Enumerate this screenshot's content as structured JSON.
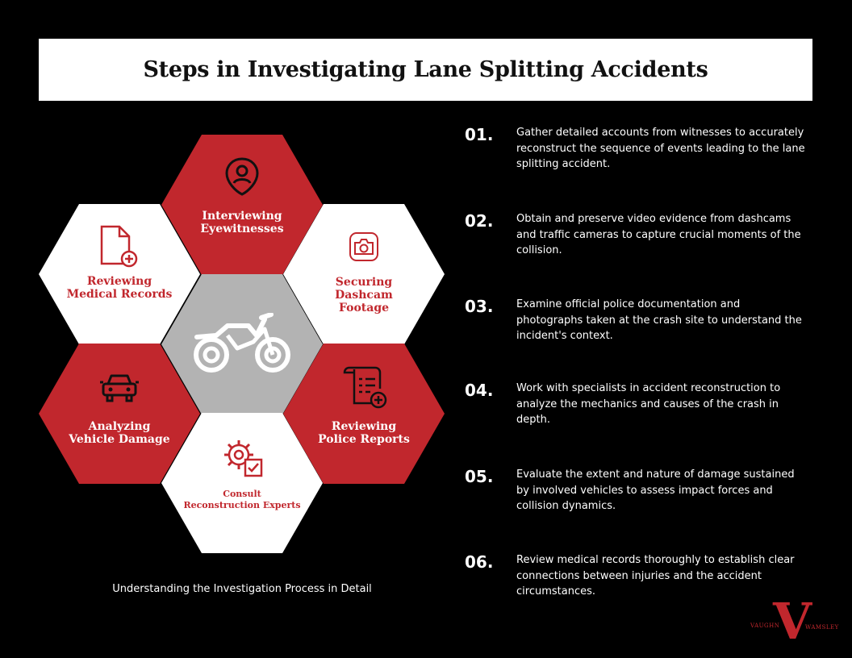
{
  "title": "Steps in Investigating Lane Splitting Accidents",
  "colors": {
    "accent": "#c1272d",
    "center": "#b3b3b3",
    "background": "#000000"
  },
  "hexagons": {
    "eyewitnesses": {
      "label": "Interviewing\nEyewitnesses",
      "icon": "person-pin-icon"
    },
    "medical": {
      "label": "Reviewing\nMedical Records",
      "icon": "document-plus-icon"
    },
    "dashcam": {
      "label": "Securing\nDashcam\nFootage",
      "icon": "camera-icon"
    },
    "center": {
      "icon": "motorcycle-icon"
    },
    "vehicle": {
      "label": "Analyzing\nVehicle Damage",
      "icon": "car-icon"
    },
    "police": {
      "label": "Reviewing\nPolice Reports",
      "icon": "scroll-report-icon"
    },
    "experts": {
      "label": "Consult\nReconstruction Experts",
      "icon": "gear-checklist-icon"
    }
  },
  "caption": "Understanding the Investigation Process in Detail",
  "steps": [
    {
      "num": "01.",
      "text": "Gather detailed accounts from witnesses to accurately reconstruct the sequence of events leading to the lane splitting accident."
    },
    {
      "num": "02.",
      "text": "Obtain and preserve video evidence from dashcams and traffic cameras to capture crucial moments of the collision."
    },
    {
      "num": "03.",
      "text": "Examine official police documentation and photographs taken at the crash site to understand the incident's context."
    },
    {
      "num": "04.",
      "text": "Work with specialists in accident reconstruction to analyze the mechanics and causes of the crash in depth."
    },
    {
      "num": "05.",
      "text": "Evaluate the extent and nature of damage sustained by involved vehicles to assess impact forces and collision dynamics."
    },
    {
      "num": "06.",
      "text": "Review medical records thoroughly to establish clear connections between injuries and the accident circumstances."
    }
  ],
  "logo": {
    "left": "VAUGHN",
    "mark": "V",
    "right": "WAMSLEY"
  }
}
